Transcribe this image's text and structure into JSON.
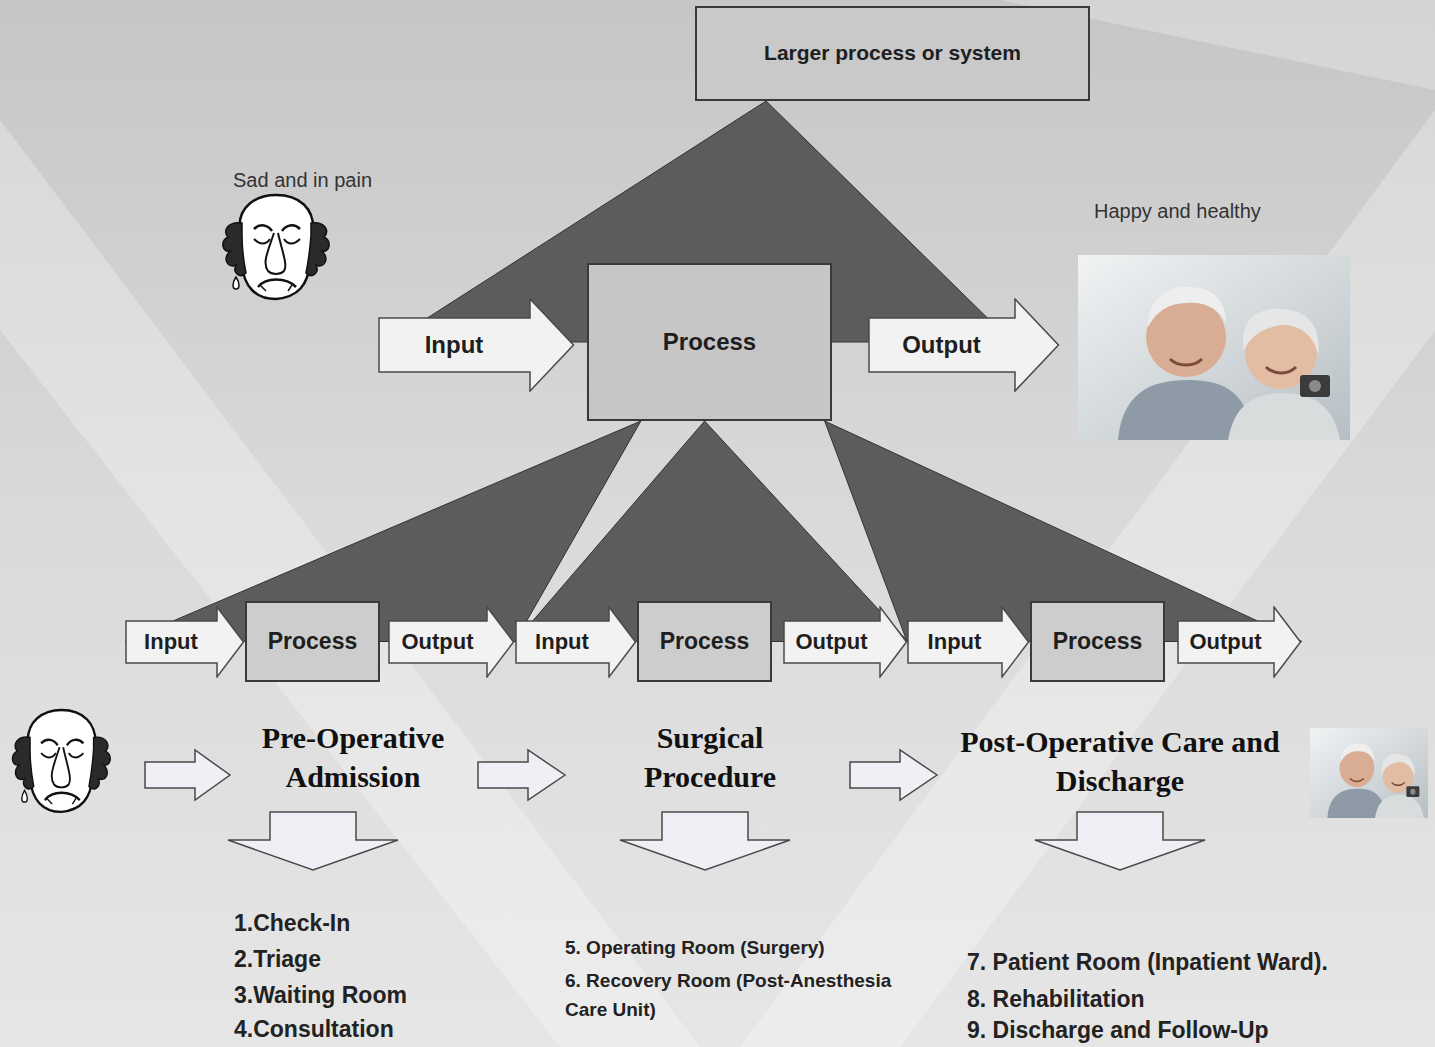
{
  "diagram": {
    "nodes": [
      {
        "text": [
          "Larger process or system"
        ]
      },
      {
        "text": [
          "Input"
        ]
      },
      {
        "text": [
          "Process"
        ]
      },
      {
        "text": [
          "Output"
        ]
      },
      {
        "text": [
          "Input"
        ]
      },
      {
        "text": [
          "Process"
        ]
      },
      {
        "text": [
          "Output"
        ]
      },
      {
        "text": [
          "Input"
        ]
      },
      {
        "text": [
          "Process"
        ]
      },
      {
        "text": [
          "Output"
        ]
      },
      {
        "text": [
          "Input"
        ]
      },
      {
        "text": [
          "Process"
        ]
      },
      {
        "text": [
          "Output"
        ]
      }
    ],
    "edges": [
      {
        "from": 0,
        "to": 2,
        "arrow": "none"
      },
      {
        "from": 2,
        "to": 5,
        "arrow": "none"
      },
      {
        "from": 2,
        "to": 8,
        "arrow": "none"
      },
      {
        "from": 2,
        "to": 11,
        "arrow": "none"
      }
    ],
    "labels": [
      "Sad and in pain",
      "Happy and healthy",
      "Pre-Operative Admission",
      "Surgical Procedure",
      "Post-Operative Care and Discharge",
      "1.Check-In",
      "2.Triage",
      "3.Waiting Room",
      "4.Consultation",
      "5. Operating Room (Surgery)",
      "6. Recovery Room (Post-Anesthesia Care Unit)",
      "7. Patient Room (Inpatient Ward).",
      "8. Rehabilitation",
      "9. Discharge and Follow-Up"
    ]
  }
}
